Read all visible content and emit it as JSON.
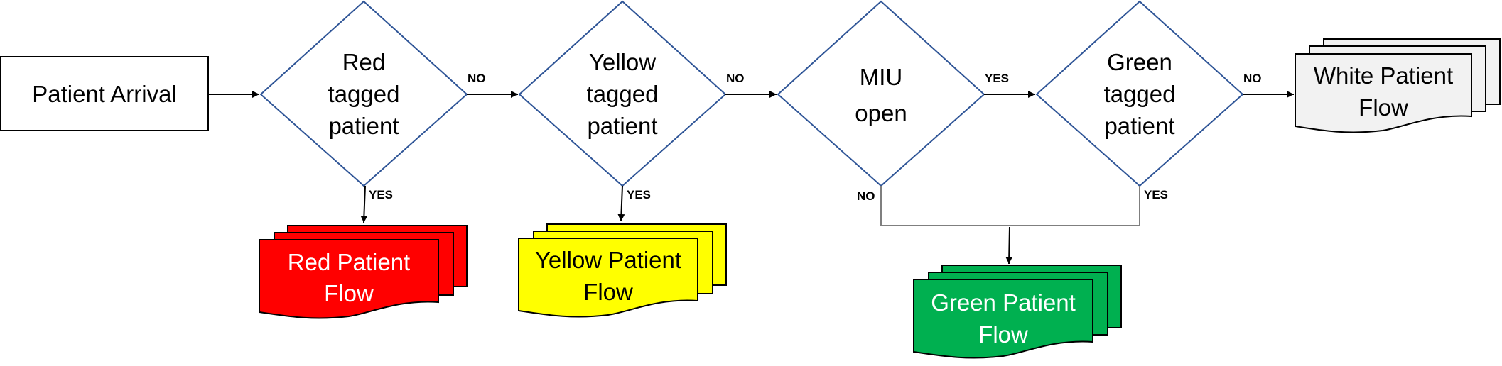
{
  "diagram": {
    "start": {
      "label": "Patient Arrival"
    },
    "decisions": [
      {
        "lines": [
          "Red",
          "tagged",
          "patient"
        ]
      },
      {
        "lines": [
          "Yellow",
          "tagged",
          "patient"
        ]
      },
      {
        "lines": [
          "MIU",
          "open"
        ]
      },
      {
        "lines": [
          "Green",
          "tagged",
          "patient"
        ]
      }
    ],
    "outputs": [
      {
        "lines": [
          "Red Patient",
          "Flow"
        ],
        "fill": "#ff0000",
        "text_color": "#ffffff"
      },
      {
        "lines": [
          "Yellow Patient",
          "Flow"
        ],
        "fill": "#ffff00",
        "text_color": "#000000"
      },
      {
        "lines": [
          "Green Patient",
          "Flow"
        ],
        "fill": "#00b050",
        "text_color": "#ffffff"
      },
      {
        "lines": [
          "White Patient",
          "Flow"
        ],
        "fill": "#f2f2f2",
        "text_color": "#000000"
      }
    ],
    "edge_labels": {
      "red_no": "NO",
      "red_yes": "YES",
      "yellow_no": "NO",
      "yellow_yes": "YES",
      "miu_yes": "YES",
      "miu_no": "NO",
      "green_no": "NO",
      "green_yes": "YES"
    },
    "colors": {
      "decision_border": "#2f5597",
      "line": "#000000",
      "merge_line": "#7f7f7f"
    }
  }
}
